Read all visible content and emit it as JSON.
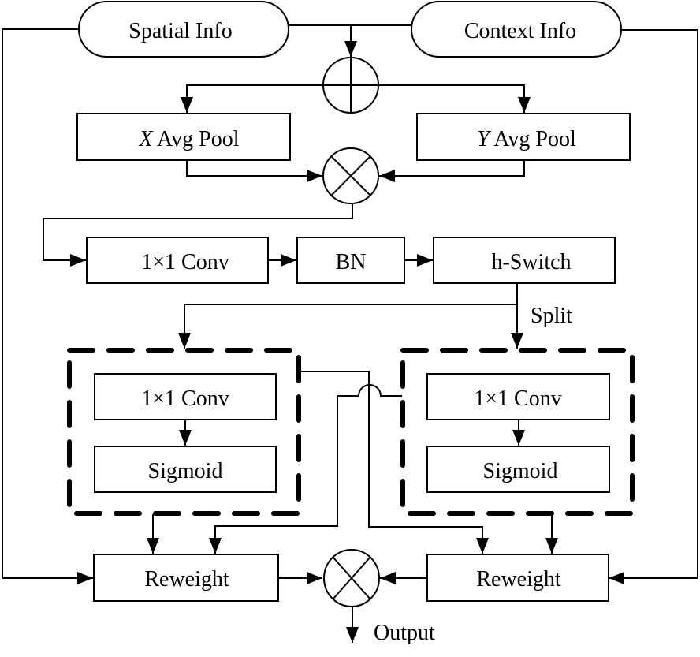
{
  "diagram": {
    "inputs": {
      "spatial": "Spatial Info",
      "context": "Context Info"
    },
    "operators": {
      "add": "sum-operator",
      "multiply_top": "multiply-operator",
      "multiply_bottom": "multiply-operator"
    },
    "pools": {
      "x_var": "X",
      "x_rest": " Avg Pool",
      "y_var": "Y",
      "y_rest": " Avg Pool"
    },
    "pipeline": {
      "conv": "1×1 Conv",
      "bn": "BN",
      "act": "h-Switch",
      "split": "Split"
    },
    "branch_left": {
      "conv": "1×1 Conv",
      "sigmoid": "Sigmoid"
    },
    "branch_right": {
      "conv": "1×1 Conv",
      "sigmoid": "Sigmoid"
    },
    "reweight_left": "Reweight",
    "reweight_right": "Reweight",
    "output": "Output"
  }
}
